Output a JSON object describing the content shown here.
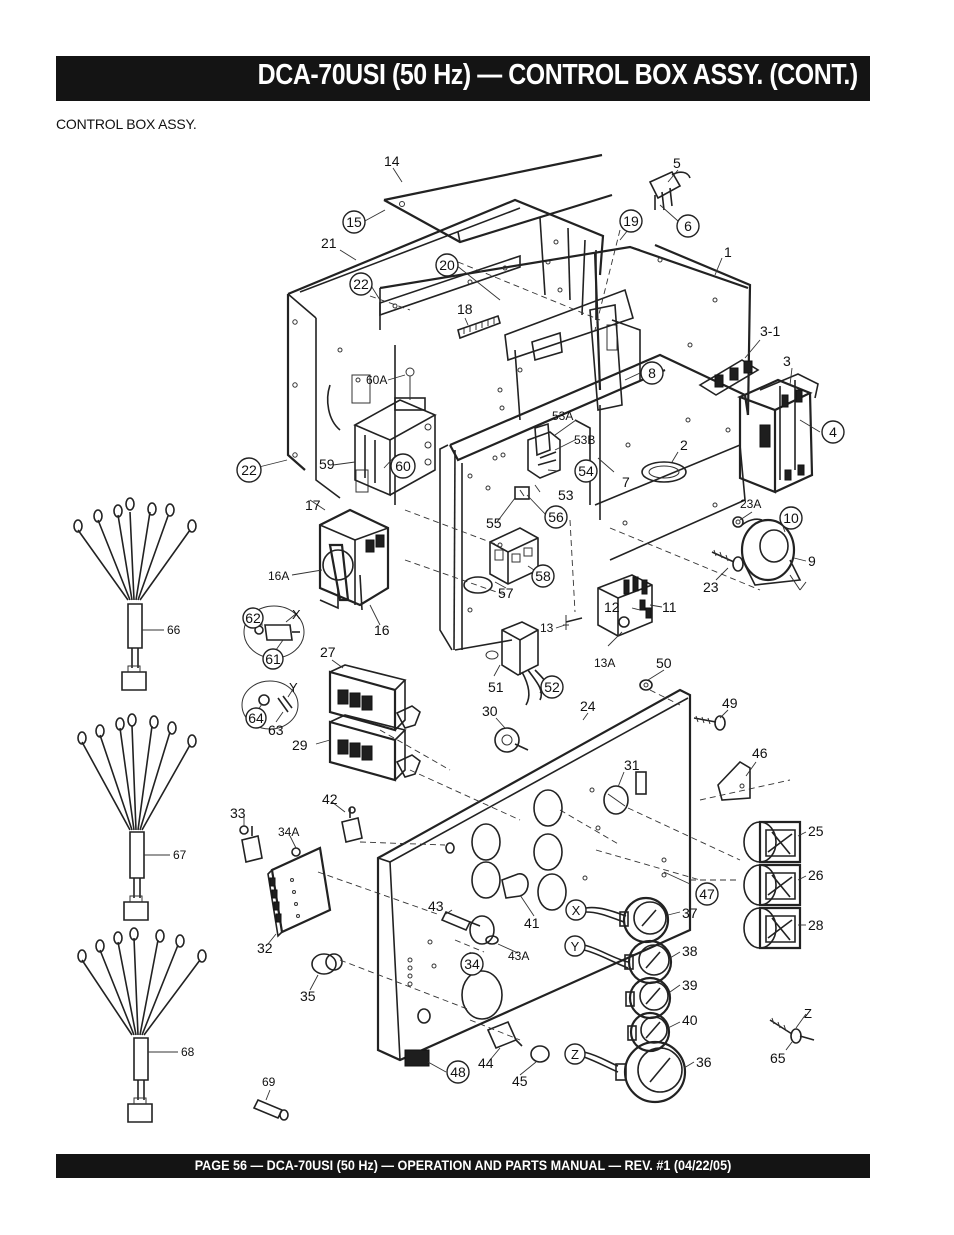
{
  "header": {
    "title": "DCA-70USI (50 Hz) — CONTROL BOX  ASSY.  (CONT.)"
  },
  "subtitle": "CONTROL BOX ASSY.",
  "footer": {
    "text": "PAGE 56 — DCA-70USI (50 Hz) —  OPERATION AND PARTS  MANUAL — REV. #1  (04/22/05)"
  },
  "callouts": {
    "c1": "1",
    "c2": "2",
    "c3": "3",
    "c3_1": "3-1",
    "c4": "4",
    "c5": "5",
    "c6": "6",
    "c7": "7",
    "c8": "8",
    "c9": "9",
    "c10": "10",
    "c11": "11",
    "c12": "12",
    "c13": "13",
    "c13a": "13A",
    "c14": "14",
    "c15": "15",
    "c16": "16",
    "c16a": "16A",
    "c17": "17",
    "c18": "18",
    "c19": "19",
    "c20": "20",
    "c21": "21",
    "c22a": "22",
    "c22b": "22",
    "c23": "23",
    "c23a": "23A",
    "c24": "24",
    "c25": "25",
    "c26": "26",
    "c27": "27",
    "c28": "28",
    "c29": "29",
    "c30": "30",
    "c31": "31",
    "c32": "32",
    "c33": "33",
    "c34": "34",
    "c34a": "34A",
    "c35": "35",
    "c36": "36",
    "c37": "37",
    "c38": "38",
    "c39": "39",
    "c40": "40",
    "c41": "41",
    "c42": "42",
    "c43": "43",
    "c43a": "43A",
    "c44": "44",
    "c45": "45",
    "c46": "46",
    "c47": "47",
    "c48": "48",
    "c49": "49",
    "c50": "50",
    "c51": "51",
    "c52": "52",
    "c53": "53",
    "c53a": "53A",
    "c53b": "53B",
    "c54": "54",
    "c55": "55",
    "c56": "56",
    "c57": "57",
    "c58": "58",
    "c59": "59",
    "c60": "60",
    "c60a": "60A",
    "c61": "61",
    "c62": "62",
    "c63": "63",
    "c64": "64",
    "c65": "65",
    "c66": "66",
    "c67": "67",
    "c68": "68",
    "c69": "69",
    "x1": "X",
    "x2": "X",
    "y1": "Y",
    "y2": "Y",
    "z1": "Z",
    "z2": "Z"
  }
}
